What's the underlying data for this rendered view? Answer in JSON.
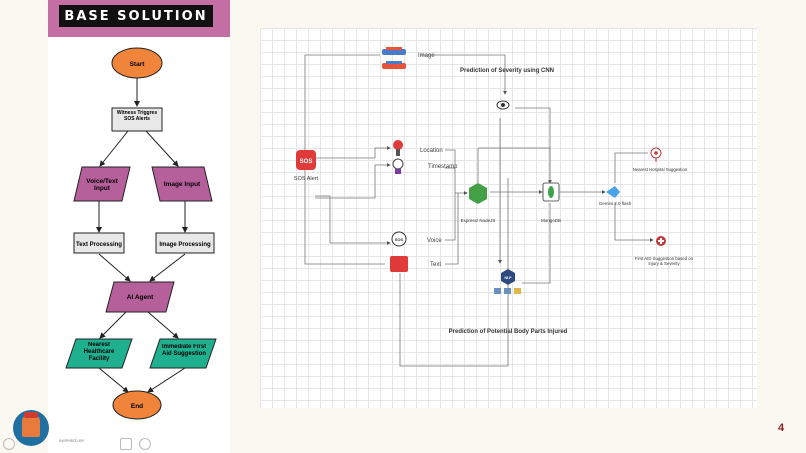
{
  "left": {
    "banner_title": "BASE SOLUTION",
    "nodes": {
      "start": "Start",
      "trigger": "Witness Triggres SOS Alerts",
      "voice_input": "Voice/Text Input",
      "image_input": "Image Input",
      "text_processing": "Text Processing",
      "image_processing": "Image Processing",
      "ai_agent": "AI Agent",
      "nearest_facility": "Nearest Healthcare Facility",
      "first_aid": "Immediate First Aid Suggestion",
      "end": "End"
    }
  },
  "right": {
    "labels": {
      "image": "Image",
      "cnn": "Prediction of Severity using CNN",
      "location": "Location",
      "timestamp": "Timestamp",
      "sos_alert": "SOS Alert",
      "sos_icon": "SOS",
      "express": "Express/ NodeJS",
      "mongodb": "MongoDB",
      "gemini": "Gemini 2.0 flash",
      "hospital": "Nearest Hospital Suggestion",
      "first_aid_line1": "First AID Suggestion based on",
      "first_aid_line2": "Injury & Severity",
      "voice": "Voice",
      "text": "Text",
      "body_parts": "Prediction of Potential Body Parts Injured",
      "nlp": "NLP",
      "voice_icon": "SOS"
    }
  },
  "footer": {
    "page_number": "4",
    "credit": "INSPIRED BY"
  },
  "colors": {
    "banner": "#c46fa3",
    "start_end": "#f0843a",
    "parallelogram": "#b5609a",
    "teal": "#1fb08f",
    "box": "#e8e8e8"
  }
}
